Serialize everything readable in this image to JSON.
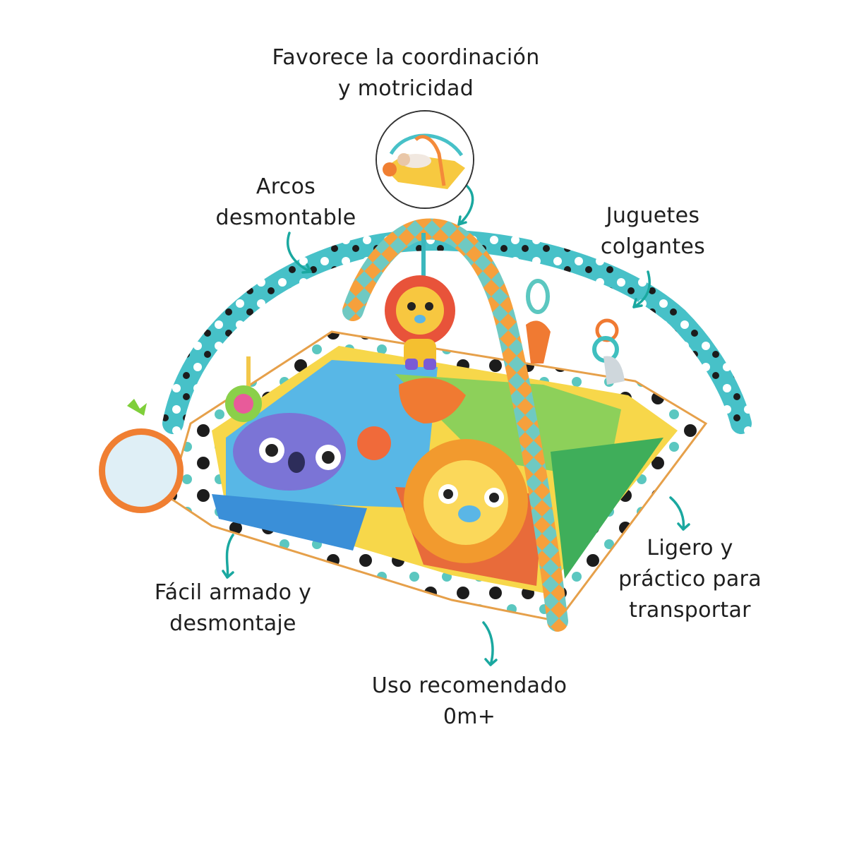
{
  "callouts": {
    "coordination": {
      "line1": "Favorece la coordinación",
      "line2": "y motricidad"
    },
    "arches": {
      "line1": "Arcos",
      "line2": "desmontable"
    },
    "toys": {
      "line1": "Juguetes",
      "line2": "colgantes"
    },
    "assembly": {
      "line1": "Fácil armado y",
      "line2": "desmontaje"
    },
    "portable": {
      "line1": "Ligero y",
      "line2": "práctico para",
      "line3": "transportar"
    },
    "age": {
      "line1": "Uso recomendado",
      "line2": "0m+"
    }
  },
  "colors": {
    "arrow": "#1aa8a0",
    "arch_teal": "#3ec3c9",
    "arch_orange": "#f48a3a",
    "mat_border_dots": "#1c1c1c"
  }
}
